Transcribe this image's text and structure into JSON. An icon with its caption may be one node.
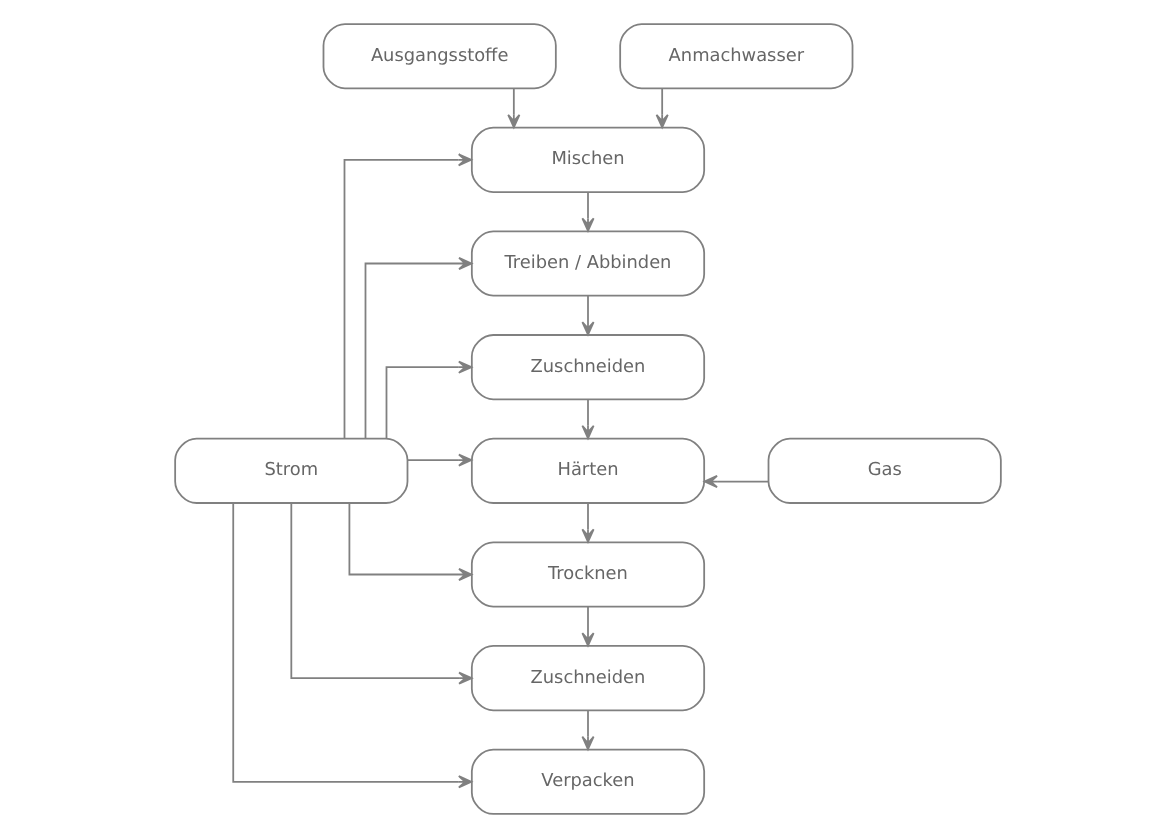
{
  "diagram": {
    "nodes": [
      {
        "text": [
          "Ausgangsstoffe"
        ]
      },
      {
        "text": [
          "Anmachwasser"
        ]
      },
      {
        "text": [
          "Mischen"
        ]
      },
      {
        "text": [
          "Treiben / Abbinden"
        ]
      },
      {
        "text": [
          "Zuschneiden"
        ]
      },
      {
        "text": [
          "Strom"
        ]
      },
      {
        "text": [
          "Härten"
        ]
      },
      {
        "text": [
          "Gas"
        ]
      },
      {
        "text": [
          "Trocknen"
        ]
      },
      {
        "text": [
          "Zuschneiden"
        ]
      },
      {
        "text": [
          "Verpacken"
        ]
      }
    ],
    "edges": [
      {
        "from": 0,
        "to": 2,
        "arrow": "to"
      },
      {
        "from": 1,
        "to": 2,
        "arrow": "to"
      },
      {
        "from": 2,
        "to": 3,
        "arrow": "to"
      },
      {
        "from": 3,
        "to": 4,
        "arrow": "to"
      },
      {
        "from": 4,
        "to": 6,
        "arrow": "to"
      },
      {
        "from": 6,
        "to": 8,
        "arrow": "to"
      },
      {
        "from": 8,
        "to": 9,
        "arrow": "to"
      },
      {
        "from": 9,
        "to": 10,
        "arrow": "to"
      },
      {
        "from": 5,
        "to": 2,
        "arrow": "to"
      },
      {
        "from": 5,
        "to": 3,
        "arrow": "to"
      },
      {
        "from": 5,
        "to": 4,
        "arrow": "to"
      },
      {
        "from": 5,
        "to": 6,
        "arrow": "to"
      },
      {
        "from": 5,
        "to": 8,
        "arrow": "to"
      },
      {
        "from": 5,
        "to": 9,
        "arrow": "to"
      },
      {
        "from": 5,
        "to": 10,
        "arrow": "to"
      },
      {
        "from": 7,
        "to": 6,
        "arrow": "to"
      }
    ]
  }
}
